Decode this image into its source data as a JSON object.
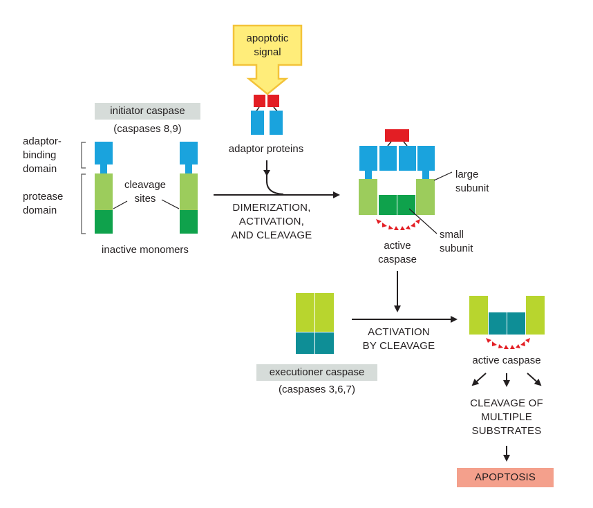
{
  "labels": {
    "apoptotic_signal": "apoptotic\nsignal",
    "initiator_caspase": "initiator caspase",
    "initiator_members": "(caspases 8,9)",
    "adaptor_proteins": "adaptor proteins",
    "adaptor_binding_domain": "adaptor-\nbinding\ndomain",
    "protease_domain": "protease\ndomain",
    "cleavage_sites": "cleavage\nsites",
    "inactive_monomers": "inactive monomers",
    "step1": "DIMERIZATION,\nACTIVATION,\nAND CLEAVAGE",
    "large_subunit": "large\nsubunit",
    "small_subunit": "small\nsubunit",
    "active_caspase_1": "active\ncaspase",
    "executioner_caspase": "executioner caspase",
    "executioner_members": "(caspases 3,6,7)",
    "step2": "ACTIVATION\nBY CLEAVAGE",
    "active_caspase_2": "active caspase",
    "cleavage_substrates": "CLEAVAGE OF\nMULTIPLE\nSUBSTRATES",
    "apoptosis": "APOPTOSIS"
  },
  "colors": {
    "adaptor_blue": "#1aa3dd",
    "signal_red": "#e31e24",
    "large_subunit_green": "#9ccc5c",
    "small_subunit_green": "#0fa24c",
    "executioner_lime": "#b8d52e",
    "executioner_teal": "#0e8e96",
    "signal_yellow": "#ffed7a",
    "signal_border": "#f3c33a",
    "label_box_grey": "#d6dcd9",
    "apoptosis_box": "#f4a08c"
  }
}
